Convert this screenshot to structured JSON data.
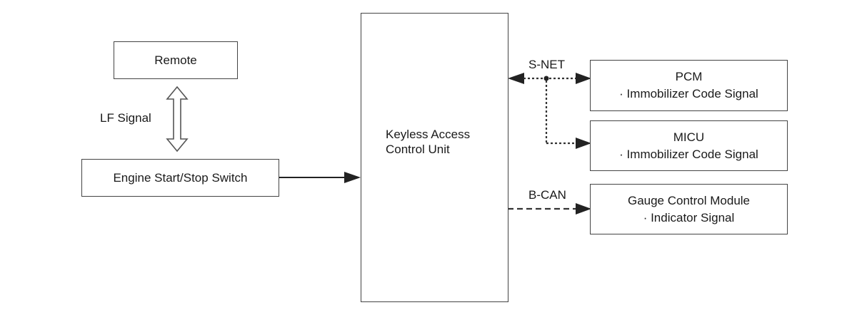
{
  "remote": {
    "label": "Remote"
  },
  "lf_signal": {
    "label": "LF Signal"
  },
  "switch": {
    "label": "Engine Start/Stop Switch"
  },
  "control_unit": {
    "line1": "Keyless Access",
    "line2": "Control Unit"
  },
  "snet": {
    "label": "S-NET"
  },
  "bcan": {
    "label": "B-CAN"
  },
  "pcm": {
    "title": "PCM",
    "signal": "· Immobilizer Code Signal"
  },
  "micu": {
    "title": "MICU",
    "signal": "· Immobilizer Code Signal"
  },
  "gauge": {
    "title": "Gauge Control Module",
    "signal": "· Indicator Signal"
  }
}
